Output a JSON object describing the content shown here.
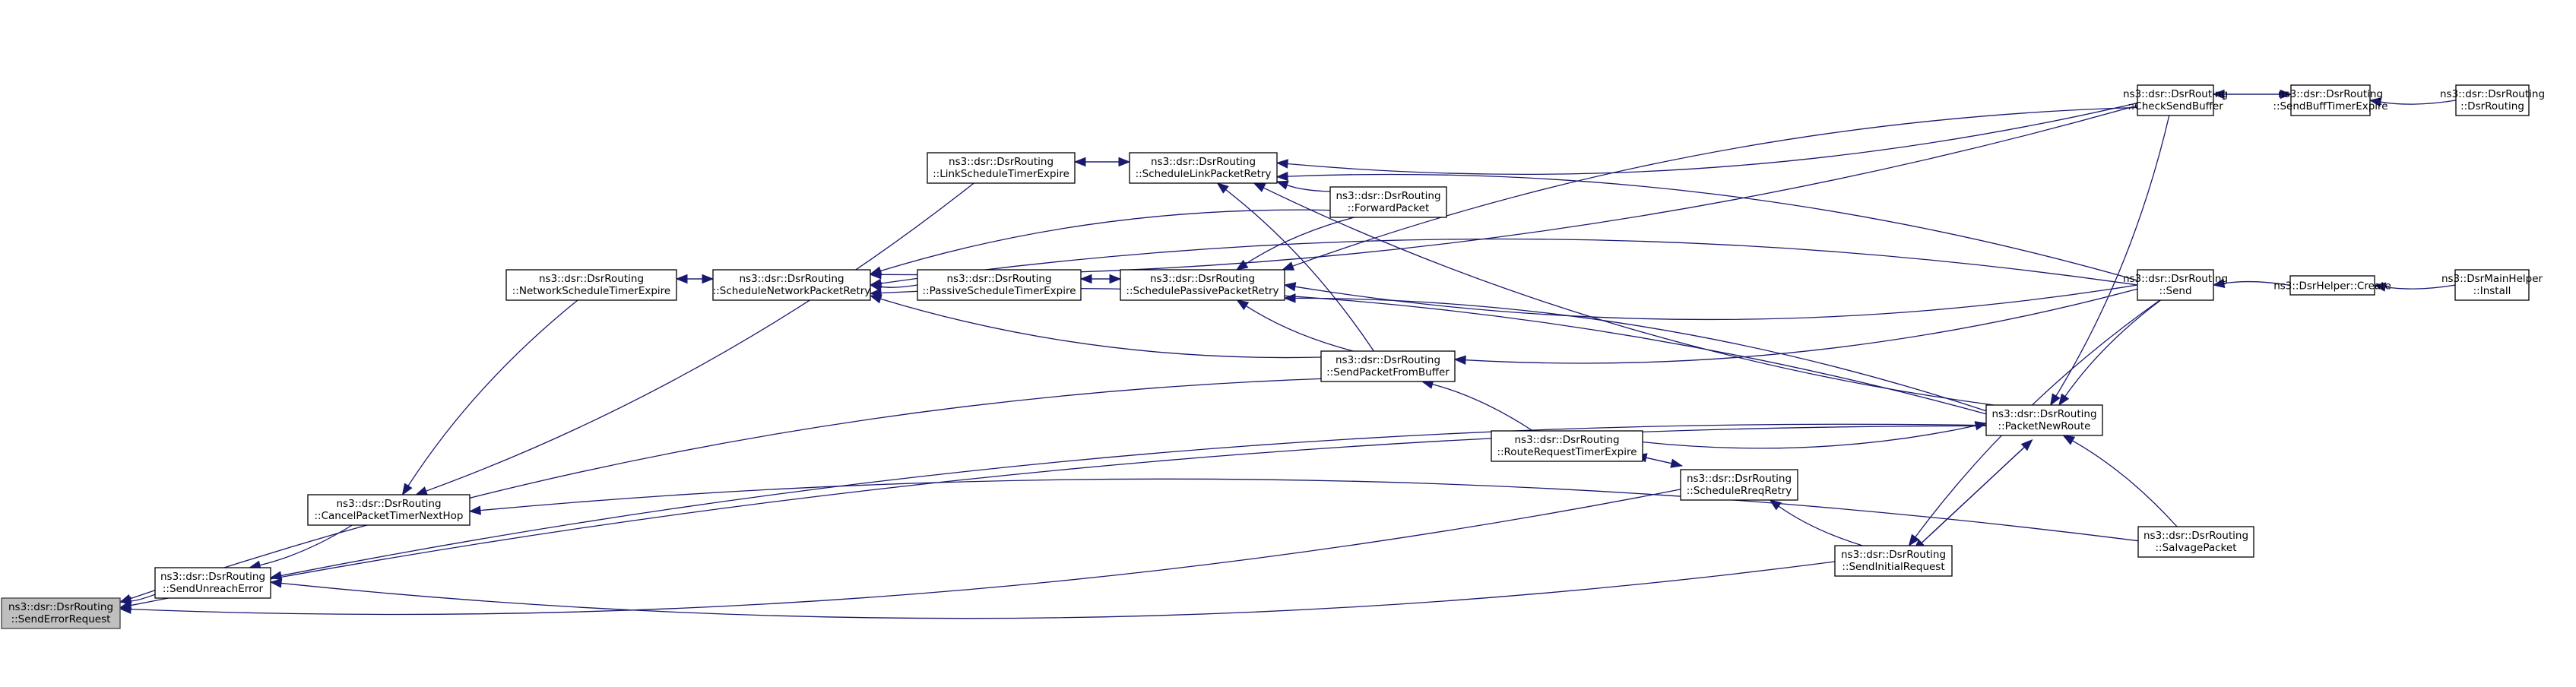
{
  "title": "SendErrorRequest caller graph",
  "colors": {
    "edge": "#191970",
    "root_fill": "#bfbfbf",
    "node_fill": "#ffffff",
    "border": "#000000"
  },
  "nodes": [
    {
      "id": "SendErrorRequest",
      "line1": "ns3::dsr::DsrRouting",
      "line2": "::SendErrorRequest",
      "root": true
    },
    {
      "id": "SendUnreachError",
      "line1": "ns3::dsr::DsrRouting",
      "line2": "::SendUnreachError"
    },
    {
      "id": "CancelPacketTimerNextHop",
      "line1": "ns3::dsr::DsrRouting",
      "line2": "::CancelPacketTimerNextHop"
    },
    {
      "id": "NetworkScheduleTimerExpire",
      "line1": "ns3::dsr::DsrRouting",
      "line2": "::NetworkScheduleTimerExpire"
    },
    {
      "id": "ScheduleNetworkPacketRetry",
      "line1": "ns3::dsr::DsrRouting",
      "line2": "::ScheduleNetworkPacketRetry"
    },
    {
      "id": "LinkScheduleTimerExpire",
      "line1": "ns3::dsr::DsrRouting",
      "line2": "::LinkScheduleTimerExpire"
    },
    {
      "id": "ScheduleLinkPacketRetry",
      "line1": "ns3::dsr::DsrRouting",
      "line2": "::ScheduleLinkPacketRetry"
    },
    {
      "id": "PassiveScheduleTimerExpire",
      "line1": "ns3::dsr::DsrRouting",
      "line2": "::PassiveScheduleTimerExpire"
    },
    {
      "id": "SchedulePassivePacketRetry",
      "line1": "ns3::dsr::DsrRouting",
      "line2": "::SchedulePassivePacketRetry"
    },
    {
      "id": "ForwardPacket",
      "line1": "ns3::dsr::DsrRouting",
      "line2": "::ForwardPacket"
    },
    {
      "id": "SendPacketFromBuffer",
      "line1": "ns3::dsr::DsrRouting",
      "line2": "::SendPacketFromBuffer"
    },
    {
      "id": "RouteRequestTimerExpire",
      "line1": "ns3::dsr::DsrRouting",
      "line2": "::RouteRequestTimerExpire"
    },
    {
      "id": "ScheduleRreqRetry",
      "line1": "ns3::dsr::DsrRouting",
      "line2": "::ScheduleRreqRetry"
    },
    {
      "id": "SendInitialRequest",
      "line1": "ns3::dsr::DsrRouting",
      "line2": "::SendInitialRequest"
    },
    {
      "id": "PacketNewRoute",
      "line1": "ns3::dsr::DsrRouting",
      "line2": "::PacketNewRoute"
    },
    {
      "id": "SalvagePacket",
      "line1": "ns3::dsr::DsrRouting",
      "line2": "::SalvagePacket"
    },
    {
      "id": "CheckSendBuffer",
      "line1": "ns3::dsr::DsrRouting",
      "line2": "::CheckSendBuffer"
    },
    {
      "id": "Send",
      "line1": "ns3::dsr::DsrRouting",
      "line2": "::Send"
    },
    {
      "id": "SendBuffTimerExpire",
      "line1": "ns3::dsr::DsrRouting",
      "line2": "::SendBuffTimerExpire"
    },
    {
      "id": "DsrRouting",
      "line1": "ns3::dsr::DsrRouting",
      "line2": "::DsrRouting"
    },
    {
      "id": "DsrHelperCreate",
      "line1": "ns3::DsrHelper::Create",
      "line2": ""
    },
    {
      "id": "DsrMainHelperInstall",
      "line1": "ns3::DsrMainHelper",
      "line2": "::Install"
    }
  ],
  "edges": [
    {
      "from": "SendUnreachError",
      "to": "SendErrorRequest"
    },
    {
      "from": "SendPacketFromBuffer",
      "to": "SendErrorRequest"
    },
    {
      "from": "ScheduleRreqRetry",
      "to": "SendErrorRequest"
    },
    {
      "from": "PacketNewRoute",
      "to": "SendErrorRequest"
    },
    {
      "from": "CancelPacketTimerNextHop",
      "to": "SendUnreachError"
    },
    {
      "from": "PacketNewRoute",
      "to": "SendUnreachError"
    },
    {
      "from": "SendInitialRequest",
      "to": "SendUnreachError"
    },
    {
      "from": "NetworkScheduleTimerExpire",
      "to": "CancelPacketTimerNextHop"
    },
    {
      "from": "LinkScheduleTimerExpire",
      "to": "CancelPacketTimerNextHop"
    },
    {
      "from": "SalvagePacket",
      "to": "CancelPacketTimerNextHop"
    },
    {
      "from": "ScheduleNetworkPacketRetry",
      "to": "NetworkScheduleTimerExpire"
    },
    {
      "from": "NetworkScheduleTimerExpire",
      "to": "ScheduleNetworkPacketRetry"
    },
    {
      "from": "PassiveScheduleTimerExpire",
      "to": "ScheduleNetworkPacketRetry"
    },
    {
      "from": "ForwardPacket",
      "to": "ScheduleNetworkPacketRetry"
    },
    {
      "from": "SendPacketFromBuffer",
      "to": "ScheduleNetworkPacketRetry"
    },
    {
      "from": "PacketNewRoute",
      "to": "ScheduleNetworkPacketRetry"
    },
    {
      "from": "CheckSendBuffer",
      "to": "ScheduleNetworkPacketRetry"
    },
    {
      "from": "Send",
      "to": "ScheduleNetworkPacketRetry"
    },
    {
      "from": "ScheduleLinkPacketRetry",
      "to": "LinkScheduleTimerExpire"
    },
    {
      "from": "LinkScheduleTimerExpire",
      "to": "ScheduleLinkPacketRetry"
    },
    {
      "from": "ForwardPacket",
      "to": "ScheduleLinkPacketRetry"
    },
    {
      "from": "SendPacketFromBuffer",
      "to": "ScheduleLinkPacketRetry"
    },
    {
      "from": "CheckSendBuffer",
      "to": "ScheduleLinkPacketRetry"
    },
    {
      "from": "Send",
      "to": "ScheduleLinkPacketRetry"
    },
    {
      "from": "PacketNewRoute",
      "to": "ScheduleLinkPacketRetry"
    },
    {
      "from": "SchedulePassivePacketRetry",
      "to": "PassiveScheduleTimerExpire"
    },
    {
      "from": "PassiveScheduleTimerExpire",
      "to": "SchedulePassivePacketRetry"
    },
    {
      "from": "ForwardPacket",
      "to": "SchedulePassivePacketRetry"
    },
    {
      "from": "SendPacketFromBuffer",
      "to": "SchedulePassivePacketRetry"
    },
    {
      "from": "CheckSendBuffer",
      "to": "SchedulePassivePacketRetry"
    },
    {
      "from": "Send",
      "to": "SchedulePassivePacketRetry"
    },
    {
      "from": "PacketNewRoute",
      "to": "SchedulePassivePacketRetry"
    },
    {
      "from": "Send",
      "to": "SendPacketFromBuffer"
    },
    {
      "from": "RouteRequestTimerExpire",
      "to": "SendPacketFromBuffer"
    },
    {
      "from": "ScheduleRreqRetry",
      "to": "RouteRequestTimerExpire"
    },
    {
      "from": "RouteRequestTimerExpire",
      "to": "ScheduleRreqRetry"
    },
    {
      "from": "SendInitialRequest",
      "to": "ScheduleRreqRetry"
    },
    {
      "from": "RouteRequestTimerExpire",
      "to": "PacketNewRoute"
    },
    {
      "from": "CheckSendBuffer",
      "to": "PacketNewRoute"
    },
    {
      "from": "Send",
      "to": "PacketNewRoute"
    },
    {
      "from": "SendInitialRequest",
      "to": "PacketNewRoute"
    },
    {
      "from": "SalvagePacket",
      "to": "PacketNewRoute"
    },
    {
      "from": "PacketNewRoute",
      "to": "SendInitialRequest"
    },
    {
      "from": "Send",
      "to": "SendInitialRequest"
    },
    {
      "from": "SendBuffTimerExpire",
      "to": "CheckSendBuffer"
    },
    {
      "from": "CheckSendBuffer",
      "to": "SendBuffTimerExpire"
    },
    {
      "from": "DsrRouting",
      "to": "SendBuffTimerExpire"
    },
    {
      "from": "DsrHelperCreate",
      "to": "Send"
    },
    {
      "from": "DsrMainHelperInstall",
      "to": "DsrHelperCreate"
    }
  ]
}
